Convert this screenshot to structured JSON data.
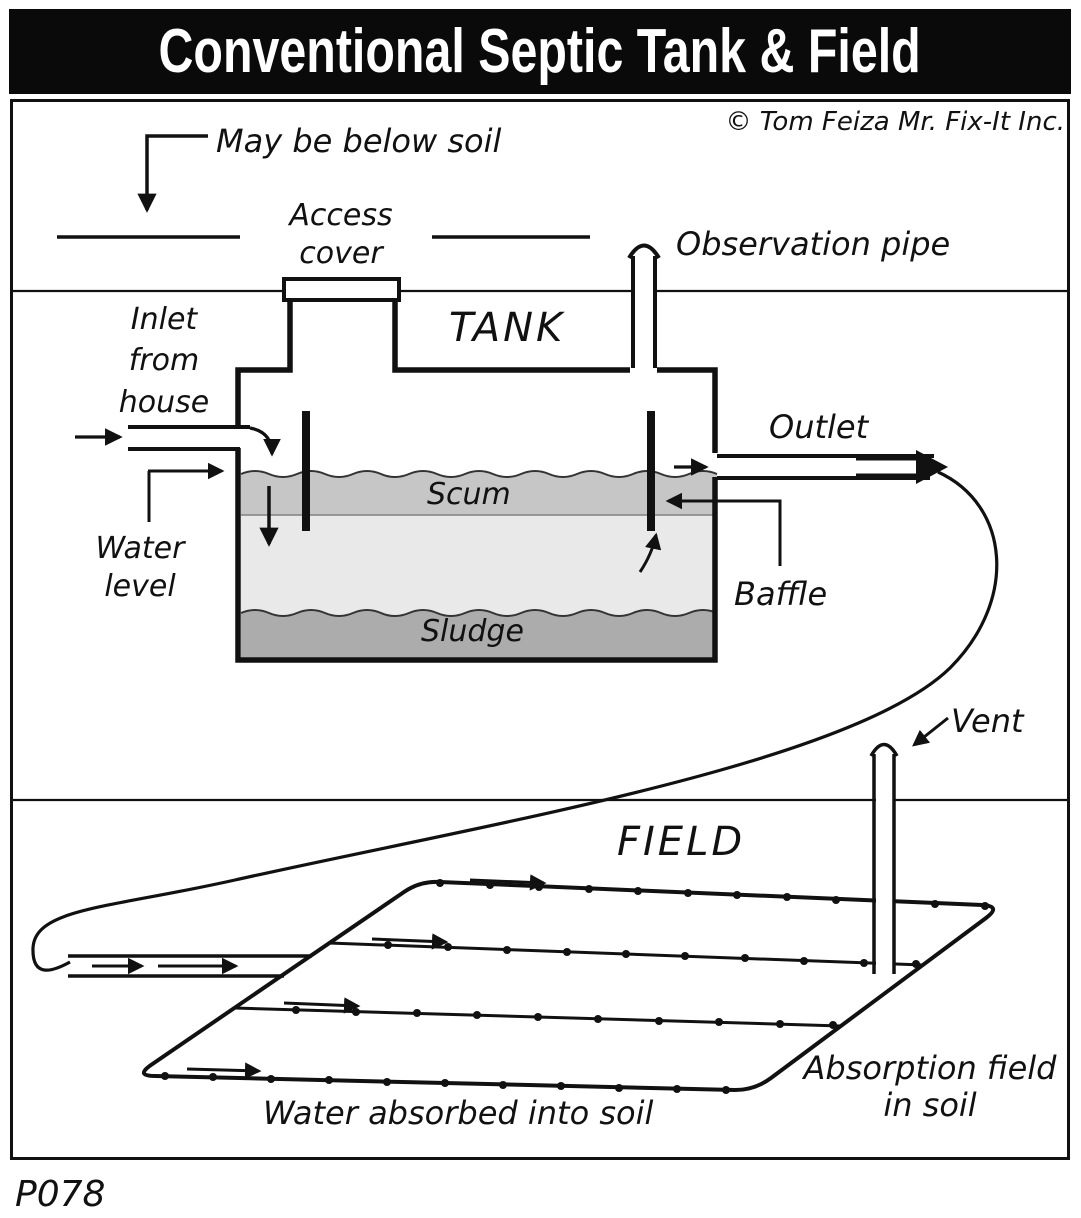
{
  "title": "Conventional Septic Tank & Field",
  "copyright": "© Tom Feiza Mr. Fix-It Inc.",
  "code": "P078",
  "labels": {
    "may_be_below_soil": "May be below soil",
    "access_cover": "Access\ncover",
    "observation_pipe": "Observation pipe",
    "tank": "TANK",
    "inlet_from_house": "Inlet\nfrom\nhouse",
    "outlet": "Outlet",
    "water_level": "Water\nlevel",
    "scum": "Scum",
    "sludge": "Sludge",
    "baffle": "Baffle",
    "vent": "Vent",
    "field": "FIELD",
    "water_absorbed": "Water absorbed into soil",
    "absorption_field": "Absorption field\nin soil"
  },
  "colors": {
    "ink": "#111111",
    "scum_layer": "#c6c6c6",
    "liquid": "#e9e9e9",
    "sludge_layer": "#acacac"
  }
}
